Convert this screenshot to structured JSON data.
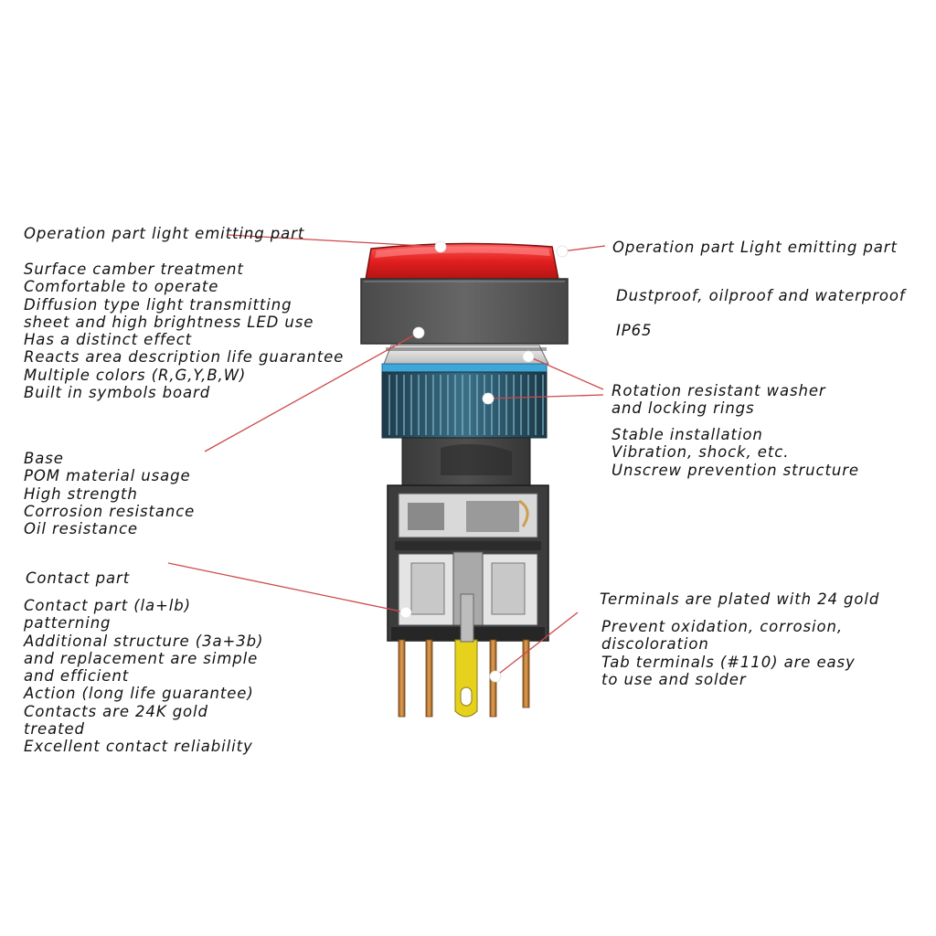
{
  "colors": {
    "leader_line": "#cc4a4a",
    "cap_red": "#e02020",
    "bezel_gray": "#5b5b5b",
    "ring_blue": "#3fa6d8",
    "terminal_gold": "#c98a3a",
    "tab_yellow": "#e6d21c"
  },
  "labels": {
    "top_left_heading": "Operation part light emitting part",
    "left_upper_lines": [
      "Surface camber treatment",
      "Comfortable to operate",
      "Diffusion type light transmitting",
      "sheet and high brightness LED use",
      "Has a distinct effect",
      "Reacts area description life guarantee",
      "Multiple colors (R,G,Y,B,W)",
      "Built in symbols board"
    ],
    "left_base_lines": [
      "Base",
      "POM material usage",
      "High strength",
      "Corrosion resistance",
      "Oil resistance"
    ],
    "left_contact_heading": "Contact part",
    "left_contact_lines": [
      "Contact part (la+lb)",
      "patterning",
      "Additional structure (3a+3b)",
      "and replacement are simple",
      "and efficient",
      "Action (long life guarantee)",
      "Contacts are 24K gold",
      "treated",
      "Excellent contact reliability"
    ],
    "right_top_heading": "Operation part Light emitting part",
    "right_dustproof": "Dustproof, oilproof and waterproof",
    "right_ip": "IP65",
    "right_washer_lines": [
      "Rotation resistant washer",
      "and locking rings"
    ],
    "right_stable_lines": [
      "Stable installation",
      "Vibration, shock, etc.",
      "Unscrew prevention structure"
    ],
    "right_terminal_heading": "Terminals are plated with 24 gold",
    "right_terminal_lines": [
      "Prevent oxidation, corrosion,",
      "discoloration",
      "Tab terminals (#110) are easy",
      "to use and solder"
    ]
  }
}
